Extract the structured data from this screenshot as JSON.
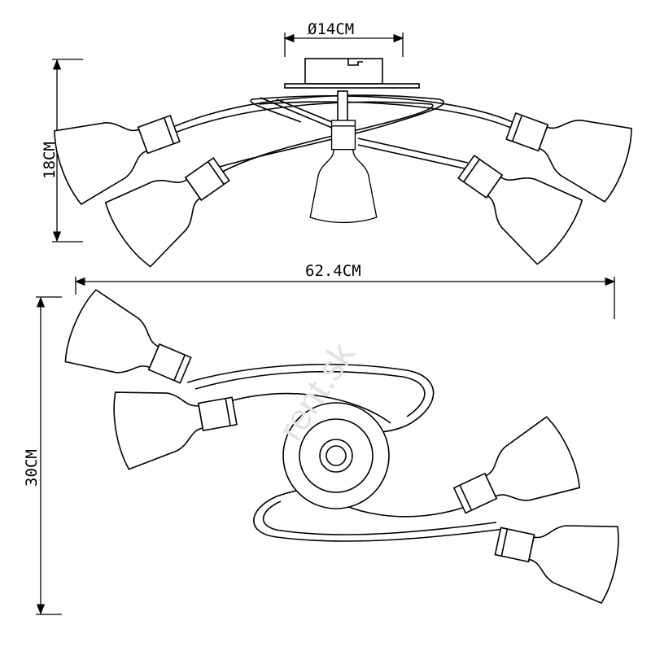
{
  "dimensions": {
    "canopy_diameter": "Ø14CM",
    "height": "18CM",
    "width": "62.4CM",
    "depth": "30CM"
  },
  "watermark": "rent.sk"
}
